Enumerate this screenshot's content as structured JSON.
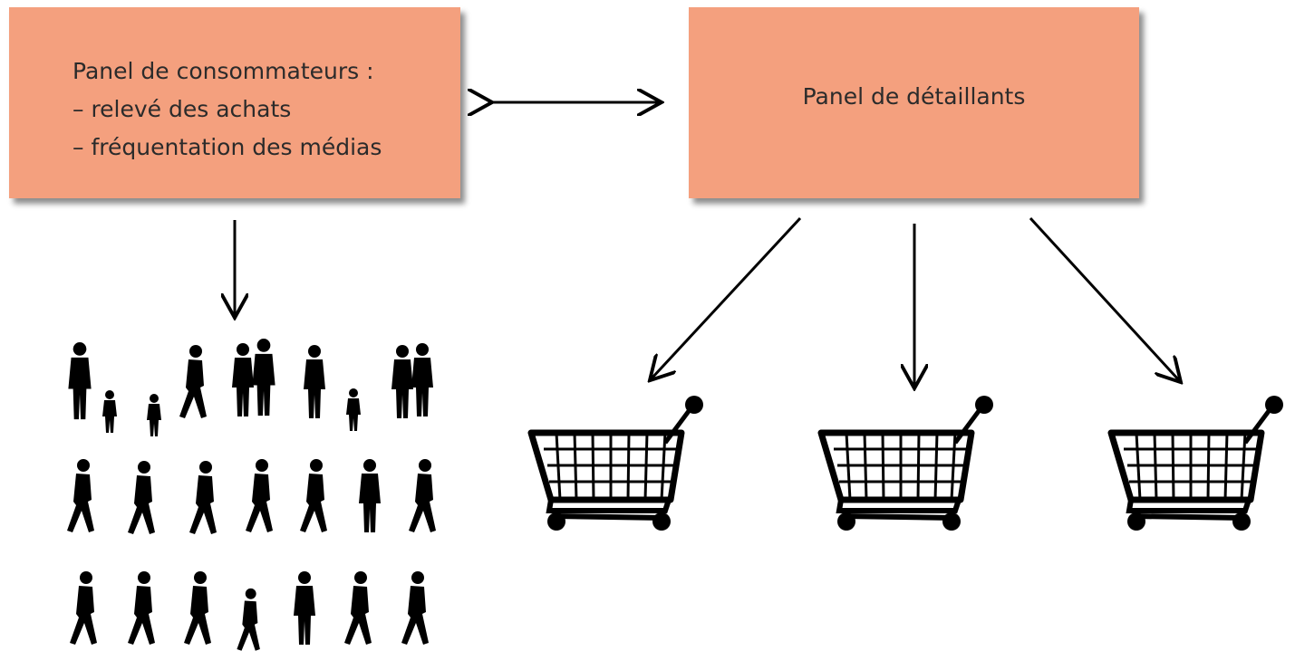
{
  "consumer_panel": {
    "title": "Panel de consommateurs :",
    "items": [
      "– relevé des achats",
      "– fréquentation des médias"
    ]
  },
  "retailer_panel": {
    "title": "Panel de détaillants"
  },
  "colors": {
    "box_fill": "#f4a07e",
    "ink": "#000000"
  },
  "icons": {
    "people": "people-silhouettes-icon",
    "cart": "shopping-cart-icon"
  }
}
